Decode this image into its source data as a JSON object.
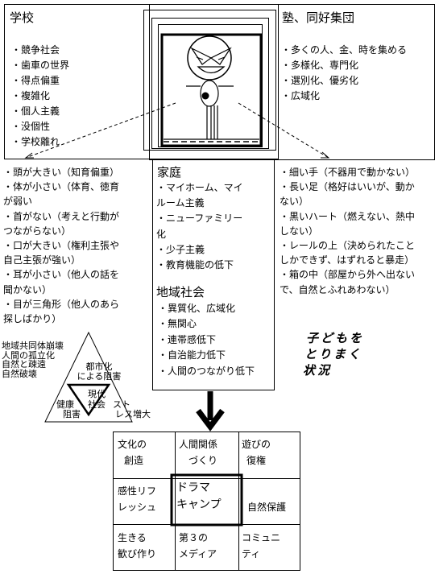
{
  "school": {
    "title": "学校",
    "items": [
      "・競争社会",
      "・歯車の世界",
      "・得点偏重",
      "・複雑化",
      "・個人主義",
      "・没個性",
      "・学校離れ"
    ]
  },
  "juku": {
    "title": "塾、同好集団",
    "items": [
      "・多くの人、金、時を集める",
      "・多様化、専門化",
      "・選別化、優劣化",
      "・広域化"
    ]
  },
  "left_problems": {
    "lines": [
      "・頭が大きい（知育偏重）",
      "・体が小さい（体育、徳育",
      "が弱い",
      "・首がない（考えと行動が",
      "つながらない）",
      "・口が大きい（権利主張や",
      "自己主張が強い）",
      "・耳が小さい（他人の話を",
      "聞かない）",
      "・目が三角形（他人のあら",
      "探しばかり）"
    ]
  },
  "family": {
    "title": "家庭",
    "lines": [
      "・マイホーム、マイ",
      "ルーム主義",
      "・ニューファミリー",
      "化",
      "・少子主義",
      "・教育機能の低下"
    ]
  },
  "right_problems": {
    "lines": [
      "・細い手（不器用で動かない）",
      "・長い足（格好はいいが、動か",
      "ない）",
      "・黒いハート（燃えない、熱中",
      "しない）",
      "・レールの上（決められたこと",
      "しかできず、はずれると暴走）",
      "・箱の中（部屋から外へ出ない",
      "で、自然とふれあわない）"
    ]
  },
  "community": {
    "title": "地域社会",
    "items": [
      "・異質化、広域化",
      "・無関心",
      "・連帯感低下",
      "・自治能力低下",
      "・人間のつながり低下"
    ]
  },
  "caption": {
    "line1": "子どもを",
    "line2": "とりまく",
    "line3": "状況"
  },
  "triangle": {
    "left_list": [
      "地域共同体崩壊",
      "人間の孤立化",
      "自然と疎遠",
      "自然破壊"
    ],
    "top_label_1": "都市化",
    "top_label_2": "による阻害",
    "center_1": "現代",
    "center_2": "社会",
    "left_label_1": "健康",
    "left_label_2": "阻害",
    "right_label_1": "スト",
    "right_label_2": "レス増大"
  },
  "grid": {
    "cells": [
      {
        "l1": "文化の",
        "l2": "創造"
      },
      {
        "l1": "人間関係",
        "l2": "づくり"
      },
      {
        "l1": "遊びの",
        "l2": "復権"
      },
      {
        "l1": "感性リフ",
        "l2": "レッシュ"
      },
      {
        "l1": "ドラマ",
        "l2": "キャンプ"
      },
      {
        "l1": "自然保護",
        "l2": ""
      },
      {
        "l1": "生きる",
        "l2": "歓び作り"
      },
      {
        "l1": "第３の",
        "l2": "メディア"
      },
      {
        "l1": "コミュニ",
        "l2": "ティ"
      }
    ]
  }
}
